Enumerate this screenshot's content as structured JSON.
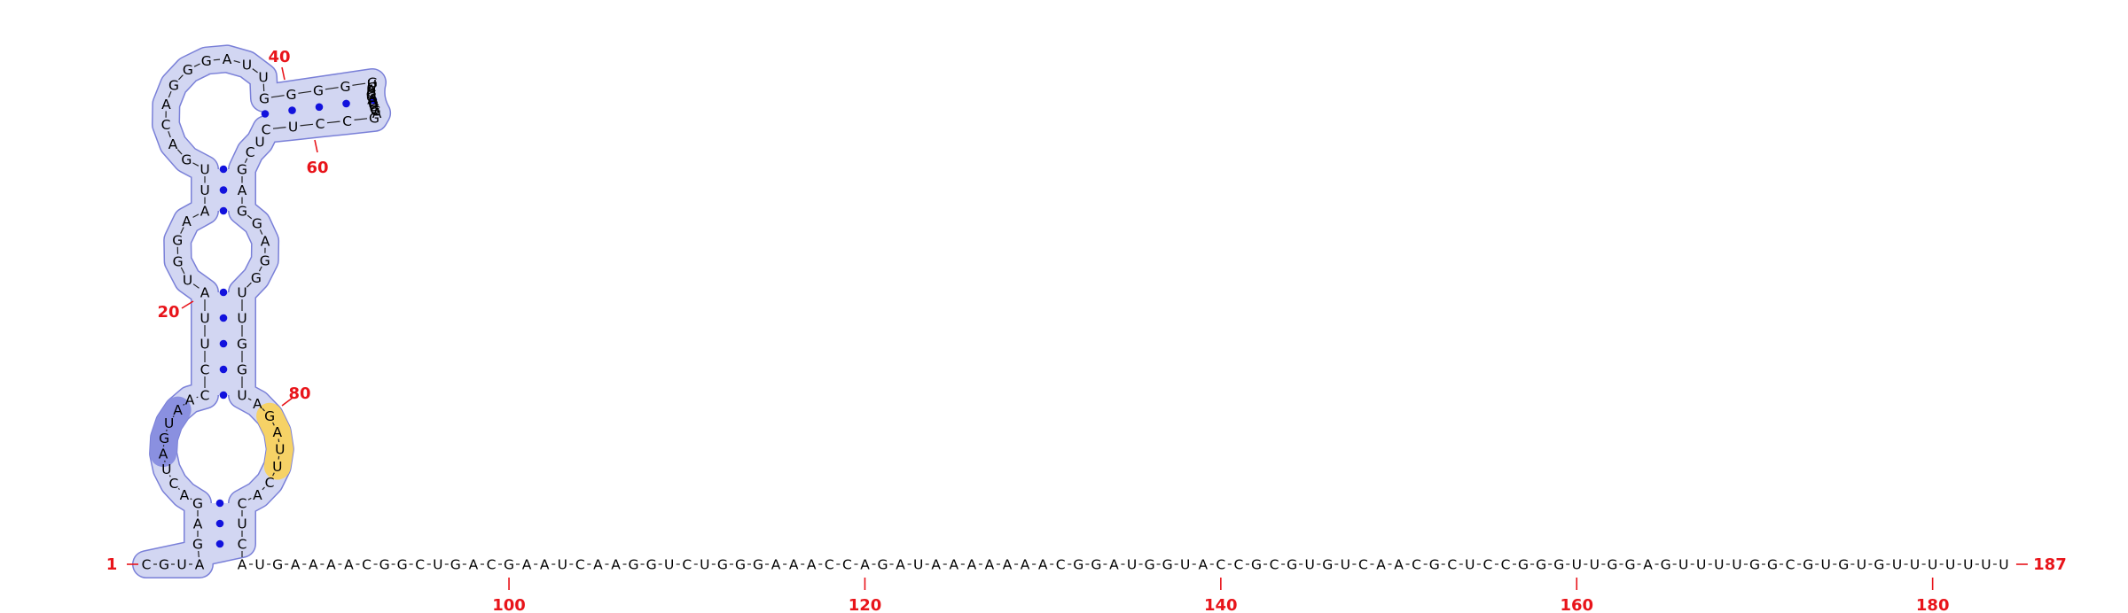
{
  "sequence_length": 187,
  "numbering": [
    "1",
    "20",
    "40",
    "60",
    "80",
    "100",
    "120",
    "140",
    "160",
    "180",
    "187"
  ],
  "structure": {
    "five_prime_tail": "CGUA",
    "stem1_left": "GAG",
    "loop1_left": "ACUAGUAA",
    "stem2_left": "CCUUA",
    "loop2_left": "UGGA",
    "stem3_left": "AUU",
    "loop3_left": "GACAGGGAUU",
    "stem4_left": "GGGGG",
    "hairpin_loop": "UCAUGGACUUGGA",
    "stem4_right": "GCCUC",
    "loop3_right": "UC",
    "stem3_right": "GAG",
    "loop2_right": "GAGG",
    "stem2_right": "UUGGU",
    "loop1_right": "AGAUUCA",
    "stem1_right": "CUC",
    "three_prime_tail": "AUGAAAACGGCUGACGAAUCAAGGUCUGGGAAACCAGAUAAAAAAACGGAUGGUACCGCGUGUCAACGCUCCGGGUUGGAGUUUUGGCGUGUGUUUUUUU"
  },
  "colors": {
    "number_label": "#e8141a",
    "base_pair_dot": "#1212dd",
    "domain_fill": "#d2d6f2",
    "domain_outline": "#7a80d8",
    "highlight_blue": "#8a90e0",
    "highlight_yellow": "#f6d266",
    "backbone": "#222222",
    "nucleotide_text": "#000000"
  }
}
